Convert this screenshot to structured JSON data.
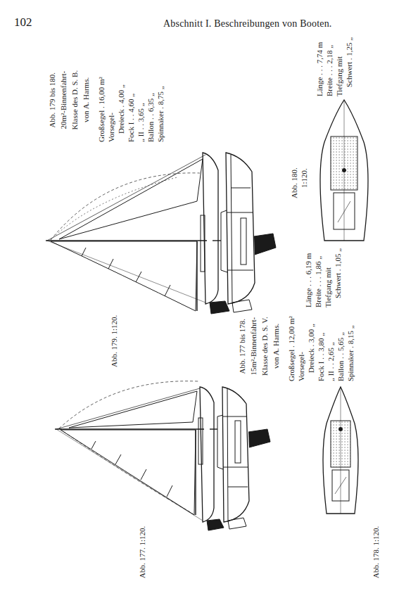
{
  "diagram": {
    "title": "Abschnitt I. Beschreibungen von Booten.",
    "labels": [
      "102",
      "Abb. 177. 1:120.",
      "Abb. 177 bis 178.",
      "15m²-Binnenfahrt-",
      "Klasse des D. S. V.",
      "von A. Harms.",
      "Großsegel . 12,00 m²",
      "Vorsegel-",
      "Dreieck . 3,00 „",
      "Fock I . . 3,80 „",
      "„ II . . 2,65 „",
      "Ballon . . 5,65 „",
      "Spinnaker . 8,15 „",
      "Länge . . . 6,19 m",
      "Breite . . . 1,86 „",
      "Tiefgang mit",
      "Schwert . 1,05 „",
      "Abb. 178. 1:120.",
      "Abb. 179. 1:120.",
      "Abb. 179 bis 180.",
      "20m²-Binnenfahrt-",
      "Klasse des D. S. B.",
      "von A. Harms.",
      "Großsegel . 16,00 m²",
      "Vorsegel-",
      "Dreieck . 4,00 „",
      "Fock I . . 4,60 „",
      "„ II . . 3,65 „",
      "Ballon . . 6,35 „",
      "Spinnaker . 8,75 „",
      "Länge . . . 7,74 m",
      "Breite . . . 2,18 „",
      "Tiefgang mit",
      "Schwert . 1,25 „",
      "Abb. 180.",
      "1:120."
    ]
  }
}
